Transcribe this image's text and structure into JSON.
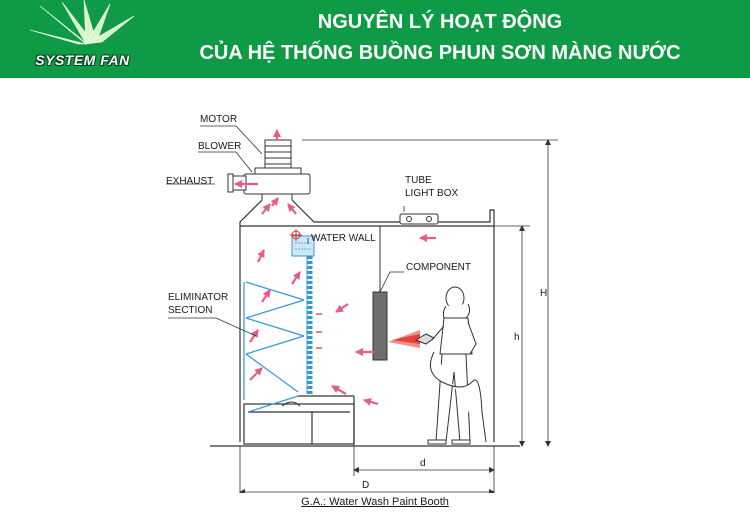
{
  "header": {
    "logo_text": "SYSTEM FAN",
    "title_line1": "NGUYÊN LÝ HOẠT ĐỘNG",
    "title_line2": "CỦA HỆ THỐNG BUỒNG PHUN SƠN MÀNG NƯỚC"
  },
  "diagram": {
    "labels": {
      "motor": "MOTOR",
      "blower": "BLOWER",
      "exhaust": "EXHAUST",
      "tube_line1": "TUBE",
      "tube_line2": "LIGHT BOX",
      "water_wall": "WATER WALL",
      "component": "COMPONENT",
      "eliminator_line1": "ELIMINATOR",
      "eliminator_line2": "SECTION",
      "dim_H": "H",
      "dim_h": "h",
      "dim_d": "d",
      "dim_D": "D"
    },
    "caption": "G.A.: Water Wash Paint Booth"
  },
  "colors": {
    "banner": "#0f9a46",
    "airflow_arrow": "#e85a8a",
    "water": "#2f9ad6",
    "spray": "#e0302a"
  }
}
